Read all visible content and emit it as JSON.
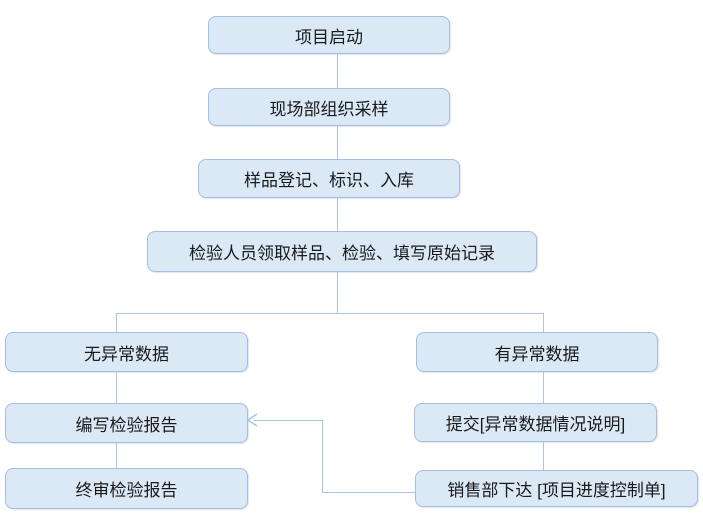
{
  "diagram": {
    "type": "flowchart",
    "nodes": [
      {
        "id": "project-start",
        "label": "项目启动"
      },
      {
        "id": "site-sampling",
        "label": "现场部组织采样"
      },
      {
        "id": "sample-registration",
        "label": "样品登记、标识、入库"
      },
      {
        "id": "inspection-process",
        "label": "检验人员领取样品、检验、填写原始记录"
      },
      {
        "id": "no-abnormal-data",
        "label": "无异常数据"
      },
      {
        "id": "abnormal-data",
        "label": "有异常数据"
      },
      {
        "id": "write-report",
        "label": "编写检验报告"
      },
      {
        "id": "final-review-report",
        "label": "终审检验报告"
      },
      {
        "id": "submit-abnormal-note",
        "label": "提交[异常数据情况说明]"
      },
      {
        "id": "sales-issue-control",
        "label": "销售部下达 [项目进度控制单]"
      }
    ],
    "edges": [
      {
        "from": "project-start",
        "to": "site-sampling",
        "arrow": false
      },
      {
        "from": "site-sampling",
        "to": "sample-registration",
        "arrow": false
      },
      {
        "from": "sample-registration",
        "to": "inspection-process",
        "arrow": false
      },
      {
        "from": "inspection-process",
        "to": "no-abnormal-data",
        "arrow": false
      },
      {
        "from": "inspection-process",
        "to": "abnormal-data",
        "arrow": false
      },
      {
        "from": "no-abnormal-data",
        "to": "write-report",
        "arrow": false
      },
      {
        "from": "write-report",
        "to": "final-review-report",
        "arrow": false
      },
      {
        "from": "abnormal-data",
        "to": "submit-abnormal-note",
        "arrow": false
      },
      {
        "from": "submit-abnormal-note",
        "to": "sales-issue-control",
        "arrow": false
      },
      {
        "from": "sales-issue-control",
        "to": "write-report",
        "arrow": true
      }
    ],
    "colors": {
      "node_fill": "#dbe8f6",
      "node_border": "#a6bedd",
      "connector": "#a9c5e3",
      "text": "#1a1a1a",
      "background": "#ffffff"
    }
  }
}
